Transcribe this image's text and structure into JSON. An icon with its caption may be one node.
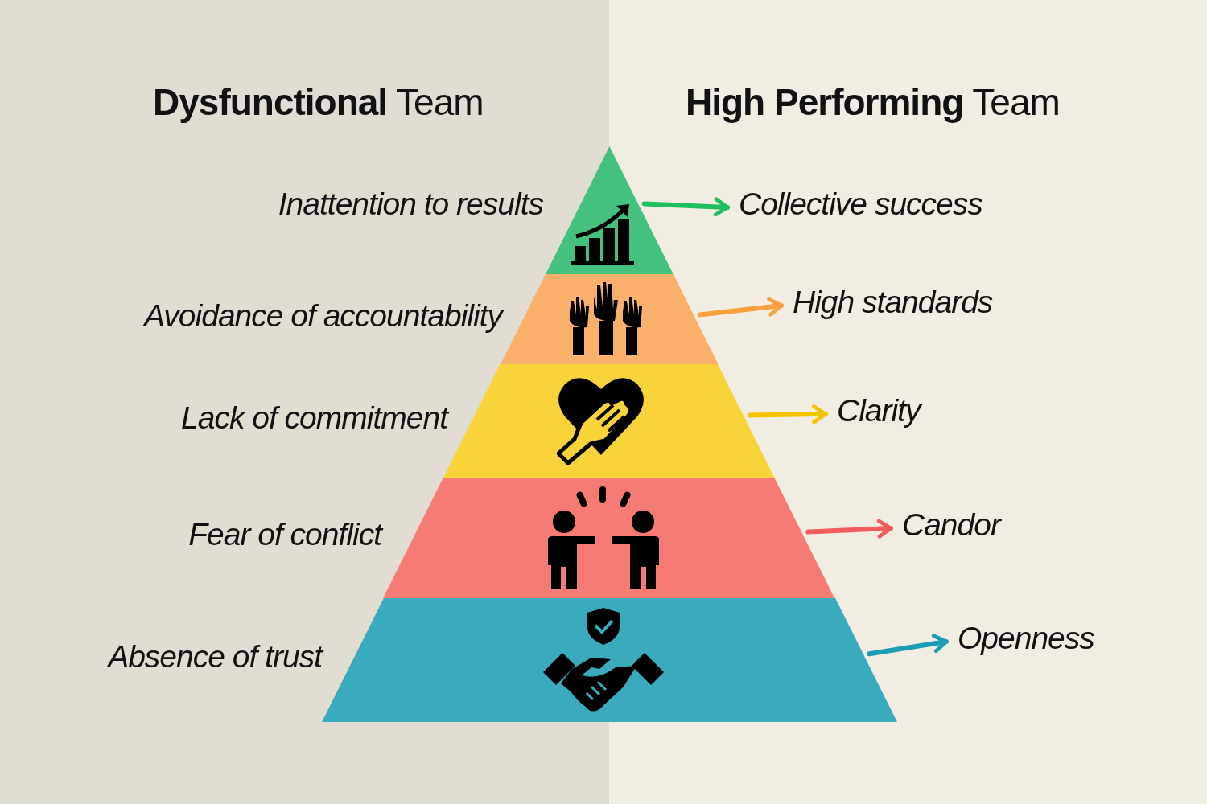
{
  "diagram": {
    "nodes": [
      {
        "text": [],
        "shape": "band",
        "beside": [
          "Inattention to results"
        ]
      },
      {
        "text": [],
        "shape": "band",
        "beside": [
          "Avoidance of accountability"
        ]
      },
      {
        "text": [],
        "shape": "band",
        "beside": [
          "Lack of commitment"
        ]
      },
      {
        "text": [],
        "shape": "band",
        "beside": [
          "Fear of conflict"
        ]
      },
      {
        "text": [],
        "shape": "band",
        "beside": [
          "Absence of trust"
        ]
      },
      {
        "text": [
          "Collective success"
        ]
      },
      {
        "text": [
          "High standards"
        ]
      },
      {
        "text": [
          "Clarity"
        ]
      },
      {
        "text": [
          "Candor"
        ]
      },
      {
        "text": [
          "Openness"
        ]
      }
    ],
    "edges": [
      {
        "from": 0,
        "to": 5,
        "arrow": "to",
        "color": "#1fbf5f"
      },
      {
        "from": 1,
        "to": 6,
        "arrow": "to",
        "color": "#f9a03f"
      },
      {
        "from": 2,
        "to": 7,
        "arrow": "to",
        "color": "#f5c400"
      },
      {
        "from": 3,
        "to": 8,
        "arrow": "to",
        "color": "#f25c5c"
      },
      {
        "from": 4,
        "to": 9,
        "arrow": "to",
        "color": "#1a9db5"
      }
    ],
    "labels": [
      "**Dysfunctional** Team",
      "**High Performing** Team"
    ]
  }
}
